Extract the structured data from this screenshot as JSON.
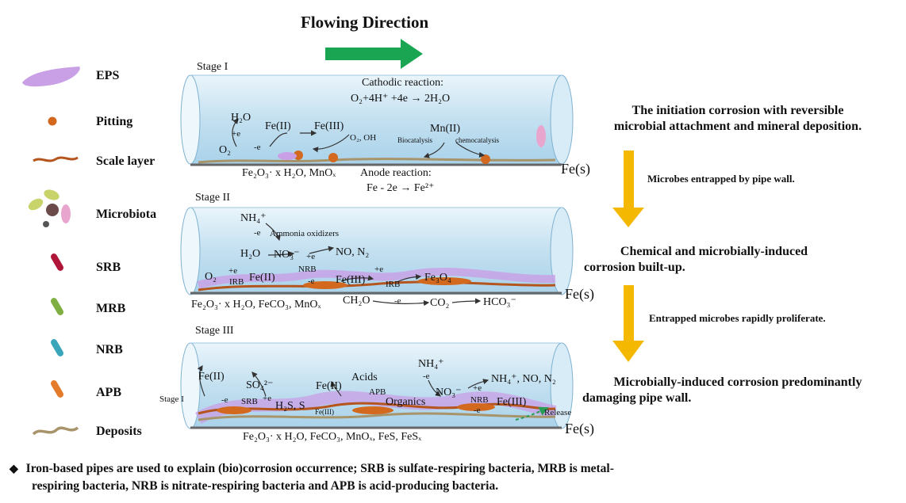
{
  "title": "Flowing Direction",
  "legend": [
    {
      "id": "eps",
      "label": "EPS"
    },
    {
      "id": "pitting",
      "label": "Pitting"
    },
    {
      "id": "scale",
      "label": "Scale layer"
    },
    {
      "id": "microbiota",
      "label": "Microbiota"
    },
    {
      "id": "srb",
      "label": "SRB"
    },
    {
      "id": "mrb",
      "label": "MRB"
    },
    {
      "id": "nrb",
      "label": "NRB"
    },
    {
      "id": "apb",
      "label": "APB"
    },
    {
      "id": "deposits",
      "label": "Deposits"
    }
  ],
  "stages": {
    "s1": {
      "label": "Stage I",
      "cathodic_title": "Cathodic reaction:",
      "cathodic_eq": "O₂+4H⁺ +4e → 2H₂O",
      "h2o": "H₂O",
      "pe": "+e",
      "o2": "O₂",
      "me": "-e",
      "fe2": "Fe(II)",
      "fe3": "Fe(III)",
      "o2oh": "O₂, OH",
      "mn2": "Mn(II)",
      "bio": "Biocatalysis",
      "chemo": "chemocatalysis",
      "bottom": "Fe₂O₃· x H₂O, MnOₓ",
      "anode_title": "Anode reaction:",
      "anode_eq": "Fe - 2e → Fe²⁺",
      "fes": "Fe(s)"
    },
    "s2": {
      "label": "Stage II",
      "nh4": "NH₄⁺",
      "me1": "-e",
      "amox": "Ammonia oxidizers",
      "h2o": "H₂O",
      "no3": "NO₃⁻",
      "pe": "+e",
      "non2": "NO, N₂",
      "o2": "O₂",
      "pe2": "+e",
      "irb": "IRB",
      "fe2": "Fe(II)",
      "nrb": "NRB",
      "me2": "-e",
      "fe3": "Fe(III)",
      "pe3": "+e",
      "irb2": "IRB",
      "fe3o4": "Fe₃O₄",
      "bottom": "Fe₂O₃· x H₂O, FeCO₃, MnOₓ",
      "ch2o": "CH₂O",
      "me3": "-e",
      "co2": "CO₂",
      "hco3": "HCO₃⁻",
      "fes": "Fe(s)"
    },
    "s3": {
      "label": "Stage III",
      "fe2": "Fe(II)",
      "so4": "SO₄²⁻",
      "pe": "+e",
      "srb": "SRB",
      "me": "-e",
      "stage1": "Stage I",
      "h2s": "H₂S, S",
      "fe3": "Fe(III)",
      "fe2b": "Fe(II)",
      "acids": "Acids",
      "apb": "APB",
      "org": "Organics",
      "nh4": "NH₄⁺",
      "me2": "-e",
      "no3": "NO₃⁻",
      "pe2": "+e",
      "nrb": "NRB",
      "me3": "-e",
      "prod": "NH₄⁺, NO, N₂",
      "fe3b": "Fe(III)",
      "release": "Release",
      "bottom": "Fe₂O₃· x H₂O, FeCO₃, MnOₓ, FeS, FeSₓ",
      "fes": "Fe(s)"
    }
  },
  "side": {
    "t1a": "The initiation corrosion with reversible",
    "t1b": "microbial attachment and mineral deposition.",
    "a1": "Microbes entrapped by pipe wall.",
    "t2a": "Chemical and microbially-induced",
    "t2b": "corrosion built-up.",
    "a2": "Entrapped microbes rapidly proliferate.",
    "t3a": "Microbially-induced corrosion predominantly",
    "t3b": "damaging pipe wall."
  },
  "footnote": {
    "bullet": "◆",
    "line1": "Iron-based pipes are used to explain (bio)corrosion occurrence; SRB is sulfate-respiring bacteria, MRB is metal-",
    "line2": "respiring bacteria, NRB is nitrate-respiring bacteria and APB is acid-producing bacteria."
  },
  "colors": {
    "pipe": "#cfe6f3",
    "pipe_edge": "#2a6fa0",
    "flow_arrow": "#1aa552",
    "yellow_arrow": "#f5b800",
    "eps": "#c79de3",
    "pitting": "#d2691e",
    "scale": "#b4551e",
    "deposits": "#a8946a"
  }
}
